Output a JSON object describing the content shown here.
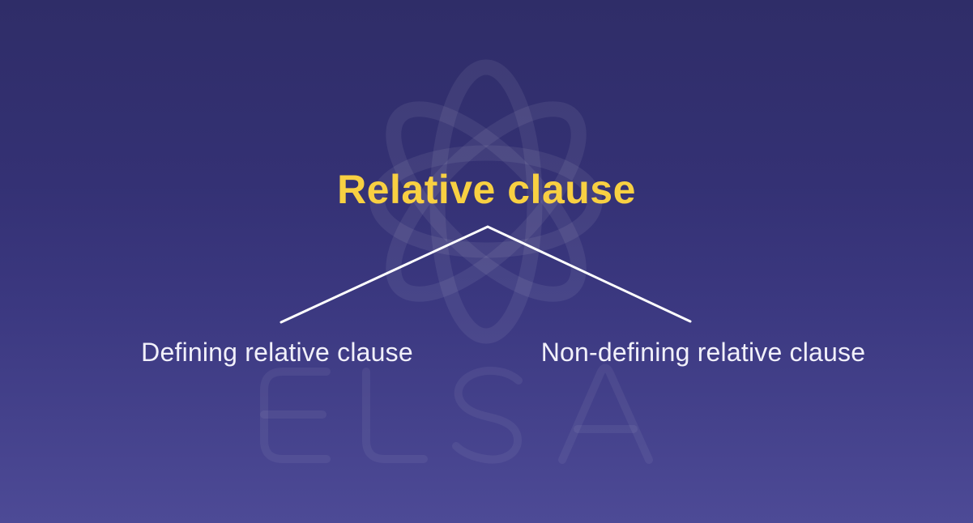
{
  "slide": {
    "title": "Relative clause",
    "diagram": {
      "type": "tree",
      "root": "Relative clause",
      "branches": [
        {
          "label": "Defining relative clause"
        },
        {
          "label": "Non-defining relative clause"
        }
      ]
    },
    "watermark": {
      "text": "ELSA",
      "logo": "elsa-flower-logo"
    },
    "colors": {
      "background_top": "#2f2d68",
      "background_bottom": "#4d4a96",
      "title": "#f8d042",
      "label": "#f1f0fa",
      "connector_line": "#ffffff",
      "watermark": "rgba(255,255,255,0.07)"
    }
  }
}
